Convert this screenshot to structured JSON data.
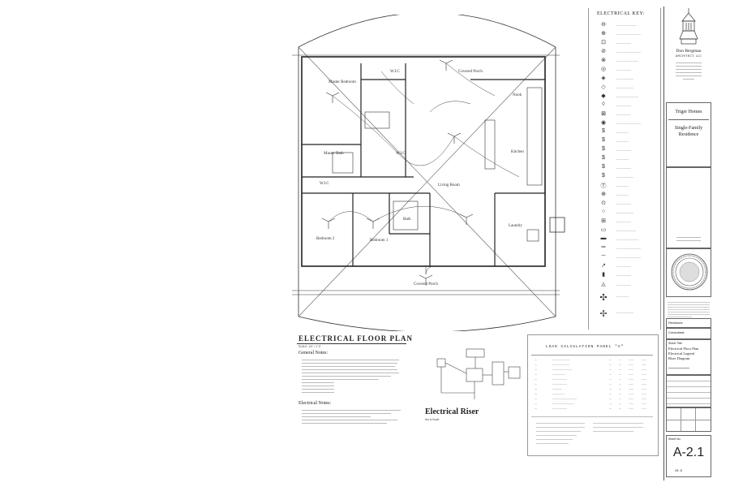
{
  "plan": {
    "title": "ELECTRICAL FLOOR PLAN",
    "scale": "SCALE: 1/4\" = 1'-0\"",
    "rooms": {
      "master_bedroom": "Master Bedroom",
      "master_bath": "Master Bath",
      "wic1": "W.I.C",
      "wic2": "W.I.C",
      "wic3": "W.I.C",
      "covered_porch_top": "Covered Porch",
      "nook": "Nook",
      "kitchen": "Kitchen",
      "living_room": "Living Room",
      "bedroom2": "Bedroom 2",
      "bedroom1": "Bedroom 1",
      "bath": "Bath",
      "laundry": "Laundry",
      "covered_porch_bottom": "Covered Porch"
    }
  },
  "notes": {
    "general_heading": "General Notes:",
    "electrical_heading": "Electrical Notes:"
  },
  "riser": {
    "title": "Electrical Riser",
    "scale": "Not to Scale"
  },
  "key": {
    "title": "ELECTRICAL KEY:"
  },
  "panel": {
    "title": "LOAD CALCULATION PANEL \"A\""
  },
  "title_block": {
    "firm": "Don Bergman",
    "firm_sub": "ARCHITECT, LLC",
    "client": "Triger Homes",
    "project_line1": "Single-Family",
    "project_line2": "Residence",
    "sheet_title_heading": "Sheet Title:",
    "sheet_title1": "Electrical Floor Plan",
    "sheet_title2": "Electrical Legend",
    "sheet_title3": "Riser Diagram",
    "revisions": "Revisions:",
    "consultant": "Consultant:",
    "sheet_no_label": "Sheet No.",
    "sheet_no": "A-2.1",
    "sheet_of": "Of: 8"
  },
  "colors": {
    "line": "#333333",
    "light": "#999999"
  }
}
